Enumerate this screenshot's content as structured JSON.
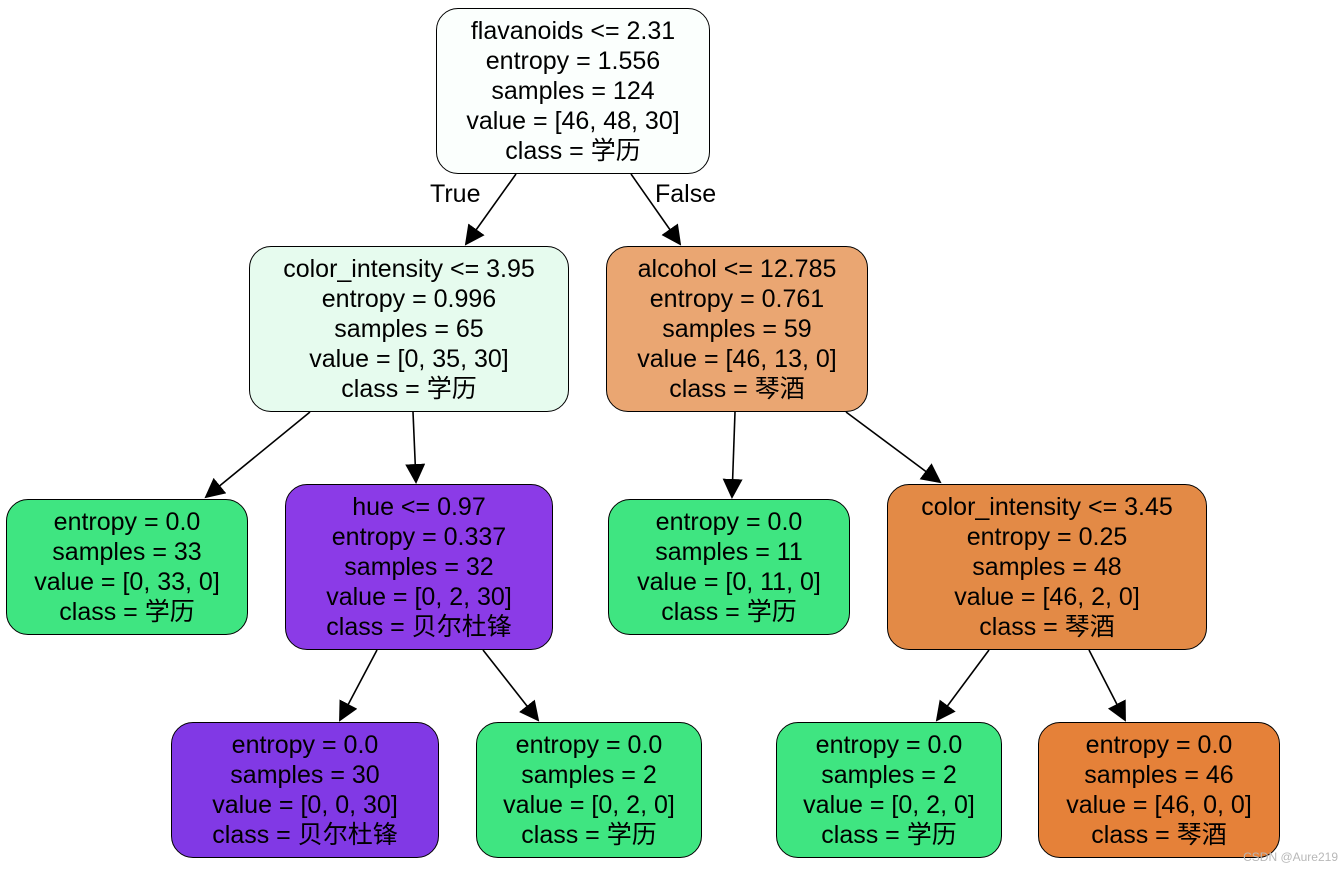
{
  "tree": {
    "nodes": [
      {
        "id": "n0",
        "fill": "#fbfffd",
        "lines": [
          "flavanoids <= 2.31",
          "entropy = 1.556",
          "samples = 124",
          "value = [46, 48, 30]",
          "class = 学历"
        ]
      },
      {
        "id": "n1",
        "fill": "#e6fbee",
        "lines": [
          "color_intensity <= 3.95",
          "entropy = 0.996",
          "samples = 65",
          "value = [0, 35, 30]",
          "class = 学历"
        ]
      },
      {
        "id": "n2",
        "fill": "#eaa672",
        "lines": [
          "alcohol <= 12.785",
          "entropy = 0.761",
          "samples = 59",
          "value = [46, 13, 0]",
          "class = 琴酒"
        ]
      },
      {
        "id": "n3",
        "fill": "#3fe581",
        "lines": [
          "entropy = 0.0",
          "samples = 33",
          "value = [0, 33, 0]",
          "class = 学历"
        ]
      },
      {
        "id": "n4",
        "fill": "#8b3be7",
        "lines": [
          "hue <= 0.97",
          "entropy = 0.337",
          "samples = 32",
          "value = [0, 2, 30]",
          "class = 贝尔杜锋"
        ]
      },
      {
        "id": "n5",
        "fill": "#3fe581",
        "lines": [
          "entropy = 0.0",
          "samples = 11",
          "value = [0, 11, 0]",
          "class = 学历"
        ]
      },
      {
        "id": "n6",
        "fill": "#e38a46",
        "lines": [
          "color_intensity <= 3.45",
          "entropy = 0.25",
          "samples = 48",
          "value = [46, 2, 0]",
          "class = 琴酒"
        ]
      },
      {
        "id": "n7",
        "fill": "#8139e5",
        "lines": [
          "entropy = 0.0",
          "samples = 30",
          "value = [0, 0, 30]",
          "class = 贝尔杜锋"
        ]
      },
      {
        "id": "n8",
        "fill": "#3fe581",
        "lines": [
          "entropy = 0.0",
          "samples = 2",
          "value = [0, 2, 0]",
          "class = 学历"
        ]
      },
      {
        "id": "n9",
        "fill": "#3fe581",
        "lines": [
          "entropy = 0.0",
          "samples = 2",
          "value = [0, 2, 0]",
          "class = 学历"
        ]
      },
      {
        "id": "n10",
        "fill": "#e58139",
        "lines": [
          "entropy = 0.0",
          "samples = 46",
          "value = [46, 0, 0]",
          "class = 琴酒"
        ]
      }
    ],
    "edges": [
      {
        "from": "n0",
        "to": "n1"
      },
      {
        "from": "n0",
        "to": "n2"
      },
      {
        "from": "n1",
        "to": "n3"
      },
      {
        "from": "n1",
        "to": "n4"
      },
      {
        "from": "n2",
        "to": "n5"
      },
      {
        "from": "n2",
        "to": "n6"
      },
      {
        "from": "n4",
        "to": "n7"
      },
      {
        "from": "n4",
        "to": "n8"
      },
      {
        "from": "n6",
        "to": "n9"
      },
      {
        "from": "n6",
        "to": "n10"
      }
    ],
    "branch_labels": {
      "true": "True",
      "false": "False"
    }
  },
  "watermark": "CSDN @Aure219"
}
